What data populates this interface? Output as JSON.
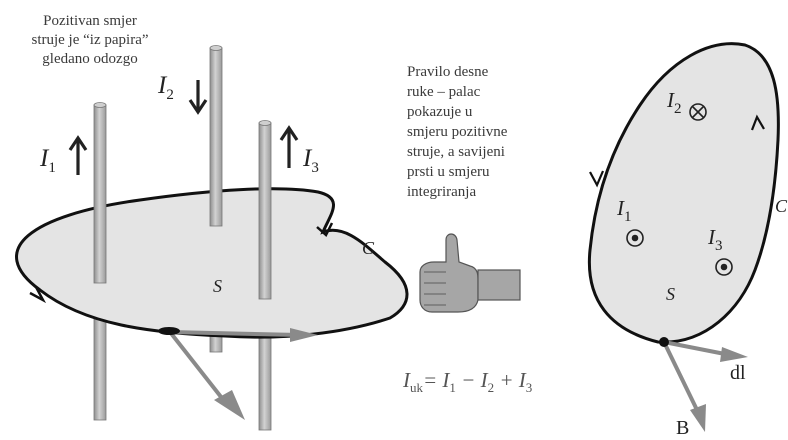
{
  "left_note": [
    "Pozitivan smjer",
    "struje je “iz papira”",
    "gledano odozgo"
  ],
  "rule_note": [
    "Pravilo desne",
    "ruke – palac",
    "pokazuje u",
    "smjeru pozitivne",
    "struje, a savijeni",
    "prsti u smjeru",
    "integriranja"
  ],
  "currents": {
    "i1": {
      "symbol": "I",
      "sub": "1"
    },
    "i2": {
      "symbol": "I",
      "sub": "2"
    },
    "i3": {
      "symbol": "I",
      "sub": "3"
    }
  },
  "labels": {
    "curve": "C",
    "surface": "S",
    "dl": "dl",
    "b": "B"
  },
  "equation": {
    "lhs": "I",
    "lhs_sub": "uk",
    "rhs_parts": [
      "= I",
      "1",
      " − I",
      "2",
      " + I",
      "3"
    ]
  },
  "colors": {
    "surface": "#e3e3e3",
    "rod": "#b3b3b3",
    "arrow": "#8a8a8a",
    "ink": "#111111",
    "hand": "#a6a6a6"
  }
}
